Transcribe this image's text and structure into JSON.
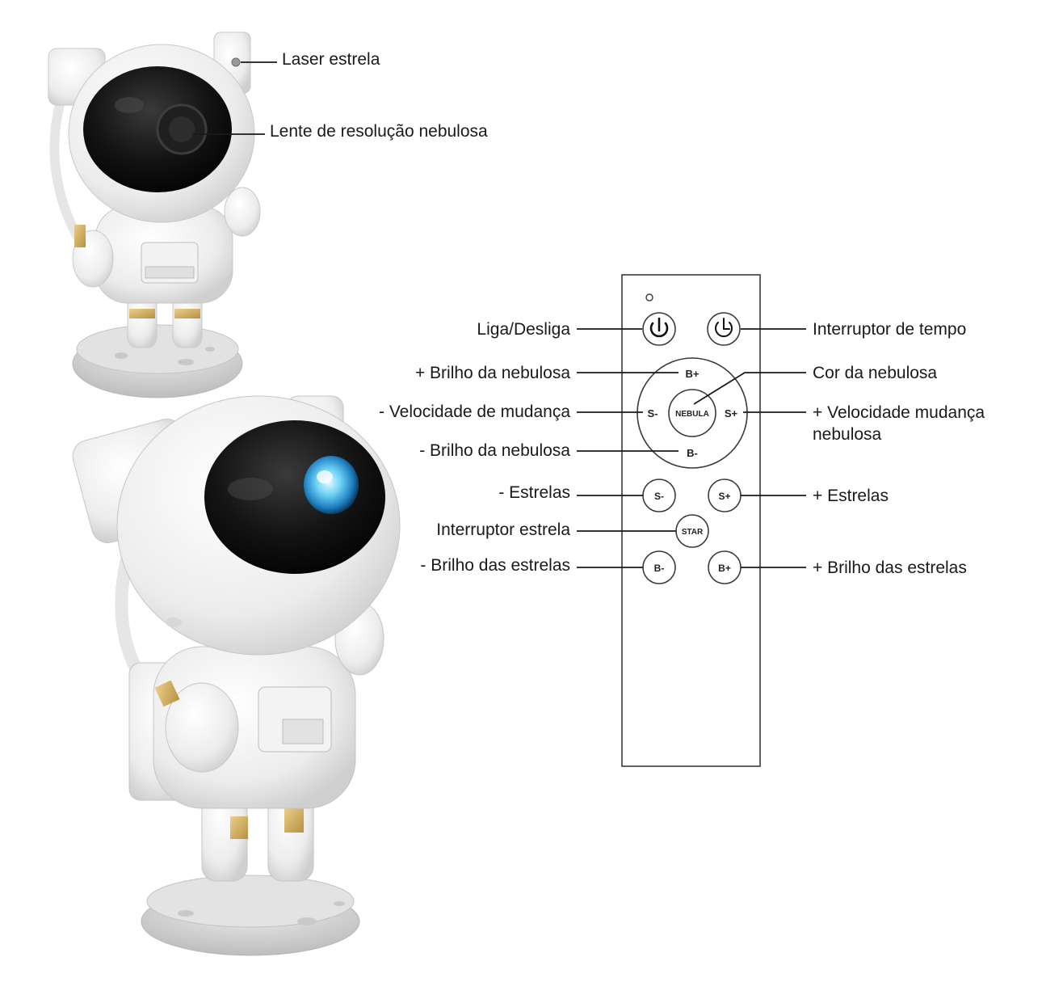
{
  "device_labels": {
    "laser": "Laser estrela",
    "lens": "Lente de resolução nebulosa"
  },
  "remote": {
    "labels": {
      "power": "Liga/Desliga",
      "timer": "Interruptor de tempo",
      "nebula_brightness_up": "+ Brilho da nebulosa",
      "nebula_color": "Cor da nebulosa",
      "speed_down": "- Velocidade de mudança",
      "speed_up_line1": "+ Velocidade mudança",
      "speed_up_line2": "nebulosa",
      "nebula_brightness_down": "- Brilho da nebulosa",
      "stars_down": "- Estrelas",
      "stars_up": "+ Estrelas",
      "star_switch": "Interruptor estrela",
      "star_brightness_down": "- Brilho das estrelas",
      "star_brightness_up": "+ Brilho das estrelas"
    },
    "buttons": {
      "ring_top": "B+",
      "ring_bottom": "B-",
      "ring_left": "S-",
      "ring_right": "S+",
      "center": "NEBULA",
      "stars_minus": "S-",
      "stars_plus": "S+",
      "star": "STAR",
      "bright_minus": "B-",
      "bright_plus": "B+"
    },
    "icons": {
      "power": "power-icon",
      "timer": "timer-icon"
    }
  }
}
